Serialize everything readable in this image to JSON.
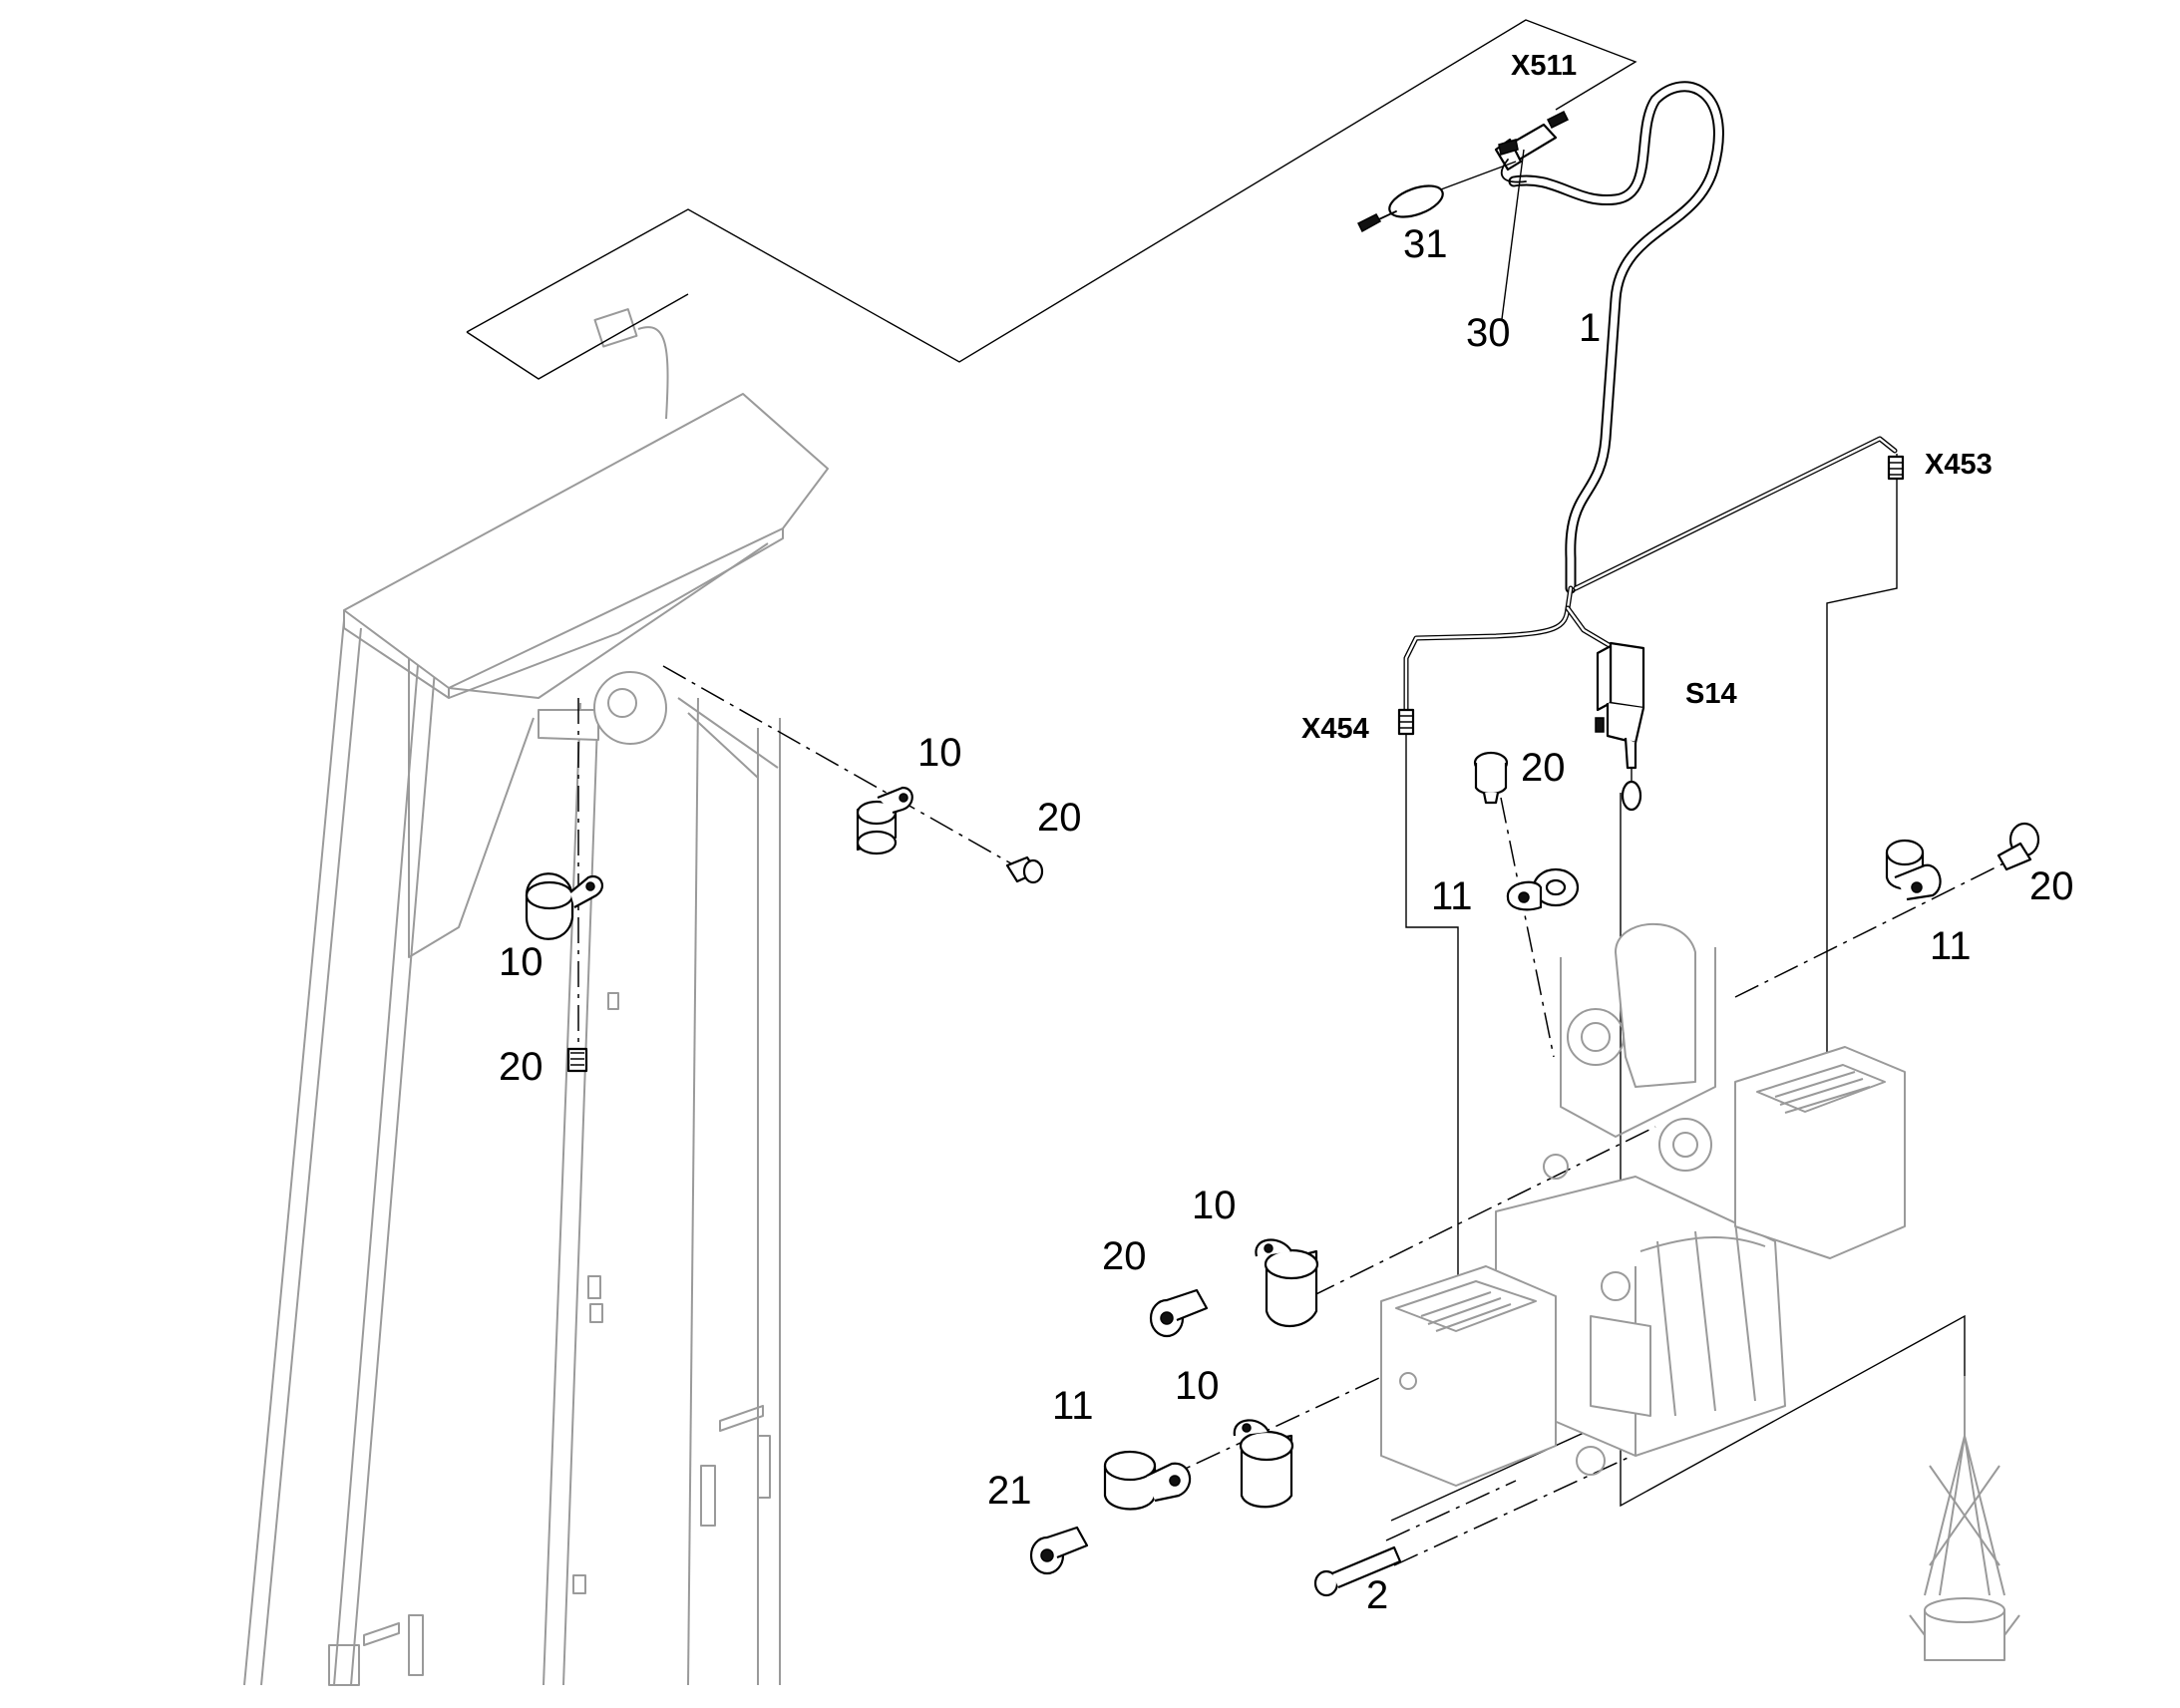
{
  "connectors": {
    "x511": "X511",
    "x453": "X453",
    "x454": "X454",
    "s14": "S14"
  },
  "callouts": {
    "c1": "1",
    "c2": "2",
    "c30": "30",
    "c31": "31",
    "left_clip_10": "10",
    "left_screw_20": "20",
    "mast_clip_10": "10",
    "mast_screw_20": "20",
    "mid_screw_20": "20",
    "mid_clip_11": "11",
    "right_clip_11": "11",
    "right_screw_20": "20",
    "low_clip_10": "10",
    "low_screw_20": "20",
    "bottom_clip_11": "11",
    "bottom_clip_10": "10",
    "bottom_screw_21": "21"
  }
}
